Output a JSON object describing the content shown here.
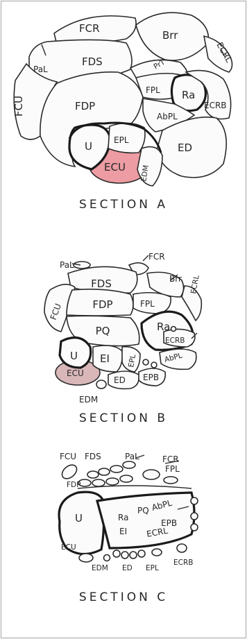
{
  "colors": {
    "ink": "#262626",
    "highlight_a": "#ec9ca2",
    "highlight_b": "#d9b7b9",
    "paper": "#ffffff"
  },
  "sections": {
    "a": {
      "title": "SECTION A",
      "labels": {
        "fcr": "FCR",
        "brr": "Brr",
        "ecrl": "ECRL",
        "pal": "PaL",
        "fds": "FDS",
        "prt": "PrT",
        "fcu": "FCU",
        "fpl": "FPL",
        "ra": "Ra",
        "fdp": "FDP",
        "ecrb": "ECRB",
        "abpl": "AbPL",
        "u": "U",
        "epl": "EPL",
        "ed": "ED",
        "ecu": "ECU",
        "edm": "EDM"
      }
    },
    "b": {
      "title": "SECTION B",
      "labels": {
        "pal": "PaL",
        "fcr": "FCR",
        "fds": "FDS",
        "brr": "Brr",
        "ecrl": "ECRL",
        "fcu": "FCU",
        "fdp": "FDP",
        "fpl": "FPL",
        "pq": "PQ",
        "ra": "Ra",
        "ecrb": "ECRB",
        "u": "U",
        "ei": "EI",
        "epl": "EPL",
        "abpl": "AbPL",
        "ecu": "ECU",
        "ed": "ED",
        "epb": "EPB",
        "edm": "EDM"
      }
    },
    "c": {
      "title": "SECTION C",
      "labels": {
        "fcu": "FCU",
        "fds": "FDS",
        "pal": "PaL",
        "fcr": "FCR",
        "fpl": "FPL",
        "fdp": "FDP",
        "u": "U",
        "ra": "Ra",
        "pq": "PQ",
        "abpl": "AbPL",
        "epb": "EPB",
        "ecu": "ECU",
        "ei": "EI",
        "ecrl": "ECRL",
        "edm": "EDM",
        "ed": "ED",
        "epl": "EPL",
        "ecrb": "ECRB"
      }
    }
  }
}
